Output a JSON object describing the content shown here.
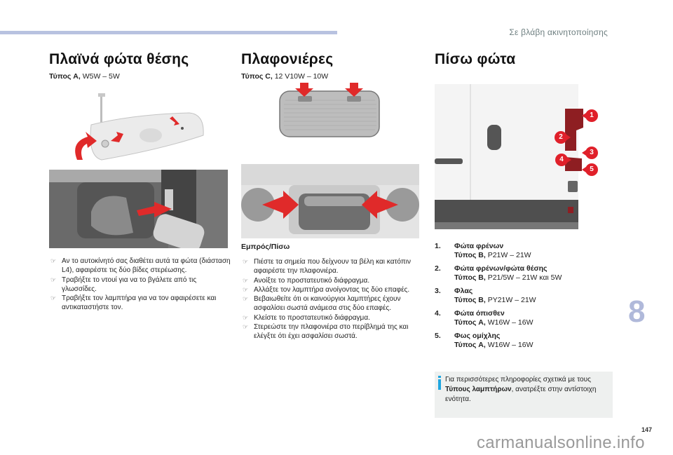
{
  "header": {
    "section_title": "Σε βλάβη ακινητοποίησης"
  },
  "columns": {
    "side_lights": {
      "title": "Πλαϊνά φώτα θέσης",
      "type_label": "Τύπος A,",
      "type_value": " W5W – 5W",
      "steps": [
        "Αν το αυτοκίνητό σας διαθέτει αυτά τα φώτα (διάσταση L4), αφαιρέστε τις δύο βίδες στερέωσης.",
        "Τραβήξτε το ντουί για να το βγάλετε από τις γλωσσίδες.",
        "Τραβήξτε τον λαμπτήρα για να τον αφαιρέσετε και αντικαταστήστε τον."
      ]
    },
    "courtesy_lights": {
      "title": "Πλαφονιέρες",
      "type_label": "Τύπος C,",
      "type_value": " 12 V10W – 10W",
      "subheading": "Εμπρός/Πίσω",
      "steps": [
        "Πιέστε τα σημεία που δείχνουν τα βέλη και κατόπιν αφαιρέστε την πλαφονιέρα.",
        "Ανοίξτε το προστατευτικό διάφραγμα.",
        "Αλλάξτε τον λαμπτήρα ανοίγοντας τις δύο επαφές.",
        "Βεβαιωθείτε ότι οι καινούργιοι λαμπτήρες έχουν ασφαλίσει σωστά ανάμεσα στις δύο επαφές.",
        "Κλείστε το προστατευτικό διάφραγμα.",
        "Στερεώστε την πλαφονιέρα στο περίβλημά της και ελέγξτε ότι έχει ασφαλίσει σωστά."
      ]
    },
    "rear_lights": {
      "title": "Πίσω φώτα",
      "callouts": [
        "1",
        "2",
        "3",
        "4",
        "5"
      ],
      "items": [
        {
          "num": "1.",
          "name": "Φώτα φρένων",
          "type_label": "Τύπος B,",
          "type_value": " P21W – 21W"
        },
        {
          "num": "2.",
          "name": "Φώτα φρένων/φώτα θέσης",
          "type_label": "Τύπος B,",
          "type_value": " P21/5W – 21W και 5W"
        },
        {
          "num": "3.",
          "name": "Φλας",
          "type_label": "Τύπος B,",
          "type_value": " PY21W – 21W"
        },
        {
          "num": "4.",
          "name": "Φώτα όπισθεν",
          "type_label": "Τύπος A,",
          "type_value": " W16W – 16W"
        },
        {
          "num": "5.",
          "name": "Φως ομίχλης",
          "type_label": "Τύπος A,",
          "type_value": " W16W – 16W"
        }
      ],
      "info": {
        "text_before": "Για περισσότερες πληροφορίες σχετικά με τους ",
        "text_bold": "Τύπους λαμπτήρων",
        "text_after": ", ανατρέξτε στην αντίστοιχη ενότητα."
      }
    }
  },
  "footer": {
    "chapter_number": "8",
    "page_number": "147",
    "watermark": "carmanualsonline.info"
  },
  "colors": {
    "accent_bar": "#b8c2e0",
    "callout_red": "#e0202a",
    "info_blue": "#1fa6e0",
    "chapter_number": "#b0b9da"
  },
  "icons": {
    "bullet": "pointing-hand-icon",
    "info": "info-icon"
  }
}
